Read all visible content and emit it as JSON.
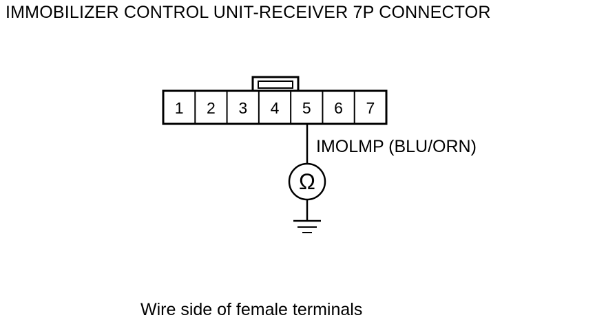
{
  "title": "IMMOBILIZER CONTROL UNIT-RECEIVER 7P CONNECTOR",
  "caption": "Wire side of female terminals",
  "connector": {
    "terminals": [
      "1",
      "2",
      "3",
      "4",
      "5",
      "6",
      "7"
    ],
    "probed_terminal": "5"
  },
  "wire": {
    "label": "IMOLMP (BLU/ORN)"
  },
  "meter": {
    "symbol": "Ω"
  }
}
